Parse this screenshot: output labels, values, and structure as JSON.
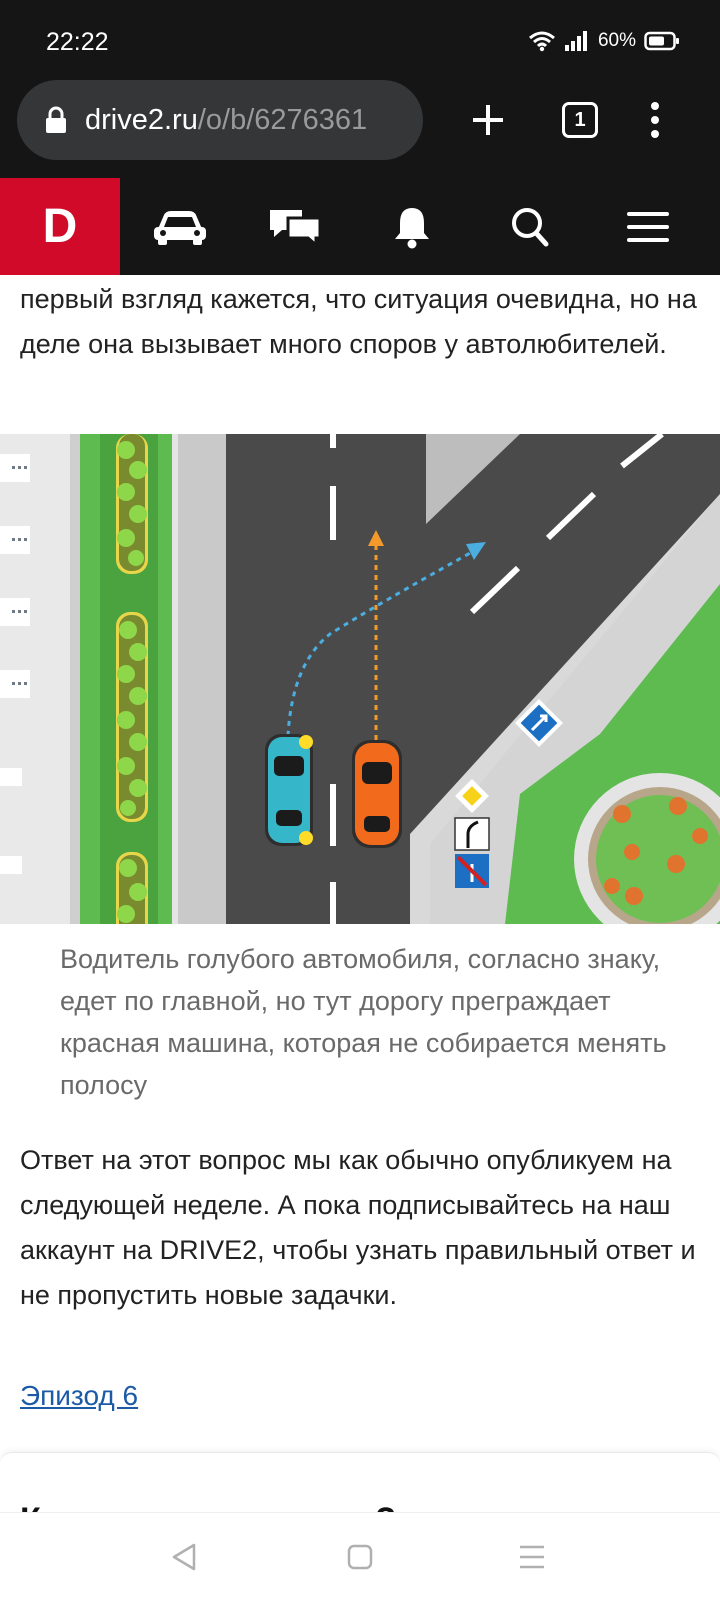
{
  "status_bar": {
    "time": "22:22",
    "battery": "60%"
  },
  "browser": {
    "url_domain": "drive2.ru",
    "url_path": "/o/b/6276361",
    "tab_count": "1"
  },
  "site_nav": {
    "logo": "D",
    "items": [
      {
        "icon": "car-icon"
      },
      {
        "icon": "chat-icon"
      },
      {
        "icon": "bell-icon"
      },
      {
        "icon": "search-icon"
      },
      {
        "icon": "menu-icon"
      }
    ],
    "brand_color": "#d10a2a"
  },
  "article": {
    "intro": "первый взгляд кажется, что ситуация очевидна, но на деле она вызывает много споров у автолюбителей.",
    "caption": "Водитель голубого автомобиля, согласно знаку, едет по главной, но тут дорогу преграждает красная машина, которая не собирается менять полосу",
    "answer": "Ответ на этот вопрос мы как обычно опубликуем на следующей неделе. А пока подписывайтесь на наш аккаунт на DRIVE2, чтобы узнать правильный ответ и не пропустить новые задачки.",
    "episode_link": "Эпизод 6",
    "next_title": "Кто должен уступить?"
  }
}
